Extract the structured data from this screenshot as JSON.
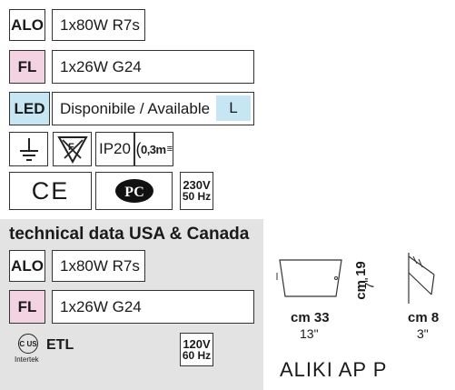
{
  "rows_eu": [
    {
      "label": "ALO",
      "value": "1x80W R7s",
      "label_bg": "#ffffff"
    },
    {
      "label": "FL",
      "value": "1x26W G24",
      "label_bg": "#f3d2e2"
    },
    {
      "label": "LED",
      "value": "Disponibile / Available",
      "label_bg": "#c7e6f4",
      "badge": "L",
      "badge_bg": "#c7e6f4"
    }
  ],
  "icons_row1": {
    "ground": "ground-icon",
    "flammable": "no-flammable-surface-icon",
    "ip": "IP20",
    "distance": "0,3m"
  },
  "icons_row2": {
    "ce": "CE",
    "pct": "PCT-icon",
    "voltage": "230V",
    "frequency": "50 Hz"
  },
  "usa": {
    "heading": "technical data USA & Canada",
    "rows": [
      {
        "label": "ALO",
        "value": "1x80W R7s",
        "label_bg": "#ffffff"
      },
      {
        "label": "FL",
        "value": "1x26W G24",
        "label_bg": "#f3d2e2"
      }
    ],
    "etl_label": "ETL",
    "etl_c": "C",
    "etl_us": "US",
    "etl_intertek": "Intertek",
    "voltage": "120V",
    "frequency": "60 Hz"
  },
  "dimensions": {
    "width_cm": "cm 33",
    "width_in": "13\"",
    "height_cm": "cm 19",
    "height_in": "7\"",
    "depth_cm": "cm 8",
    "depth_in": "3\""
  },
  "product_name": "ALIKI AP P",
  "colors": {
    "gray_band": "#e3e3e3",
    "pink": "#f3d2e2",
    "blue": "#c7e6f4",
    "border": "#333333"
  }
}
